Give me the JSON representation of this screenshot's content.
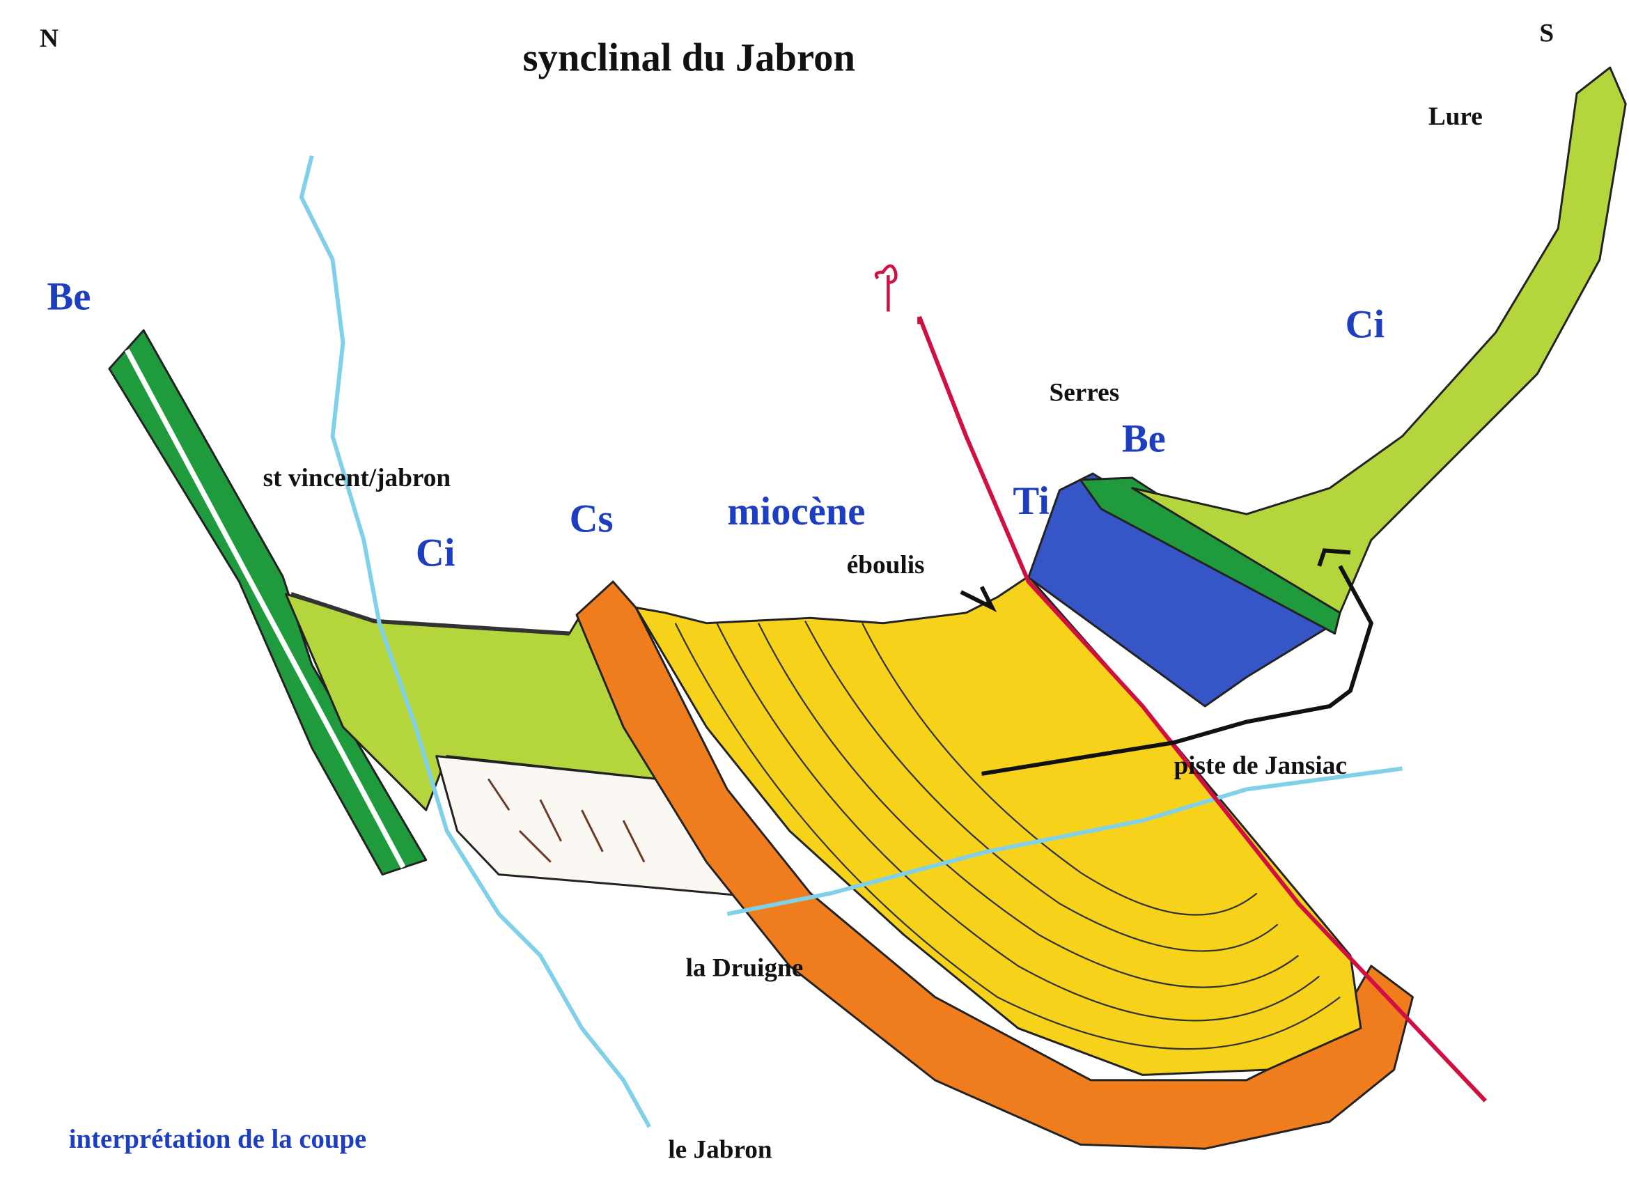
{
  "title": "synclinal du Jabron",
  "orientation": {
    "north": "N",
    "south": "S"
  },
  "places": {
    "lure": "Lure",
    "serres": "Serres",
    "st_vincent": "st vincent/jabron",
    "la_druigne": "la Druigne",
    "le_jabron": "le Jabron",
    "piste": "piste de Jansiac",
    "eboulis": "éboulis"
  },
  "formations": {
    "be_left": "Be",
    "be_right": "Be",
    "ci_left": "Ci",
    "ci_right": "Ci",
    "cs": "Cs",
    "miocene": "miocène",
    "ti": "Ti"
  },
  "caption": "interprétation de la coupe",
  "colors": {
    "be": "#1f9a3c",
    "ci": "#b4d63c",
    "cs": "#ef7d1e",
    "miocene": "#f6d21a",
    "ti": "#3656c8",
    "fault": "#d01040",
    "river": "#7fd0e8",
    "label_blue": "#1e3ec0"
  }
}
